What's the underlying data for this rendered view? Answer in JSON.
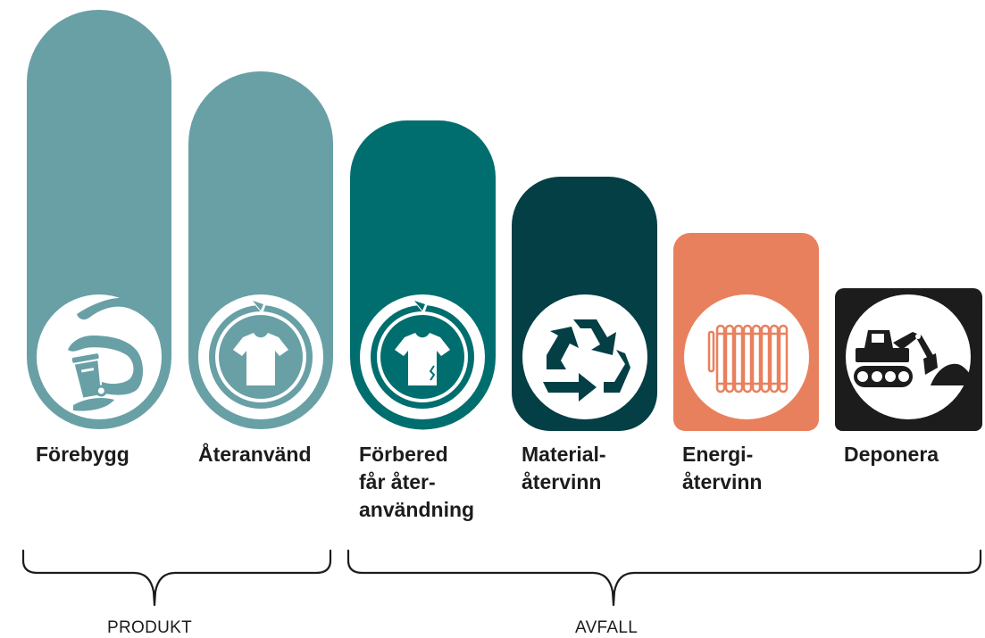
{
  "steps": [
    {
      "label_lines": [
        "Förebygg"
      ],
      "color": "#68a0a6",
      "icon": "hand-holding-trash-bin-icon"
    },
    {
      "label_lines": [
        "Återanvänd"
      ],
      "color": "#68a0a6",
      "icon": "tshirt-reuse-icon"
    },
    {
      "label_lines": [
        "Förbered",
        "får åter-",
        "användning"
      ],
      "color": "#006e6f",
      "icon": "tshirt-repair-icon"
    },
    {
      "label_lines": [
        "Material-",
        "återvinn"
      ],
      "color": "#033f45",
      "icon": "recycle-icon"
    },
    {
      "label_lines": [
        "Energi-",
        "återvinn"
      ],
      "color": "#e9805d",
      "icon": "radiator-icon"
    },
    {
      "label_lines": [
        "Deponera"
      ],
      "color": "#1c1c1c",
      "icon": "excavator-icon"
    }
  ],
  "groups": [
    {
      "label": "PRODUKT"
    },
    {
      "label": "AVFALL"
    }
  ]
}
